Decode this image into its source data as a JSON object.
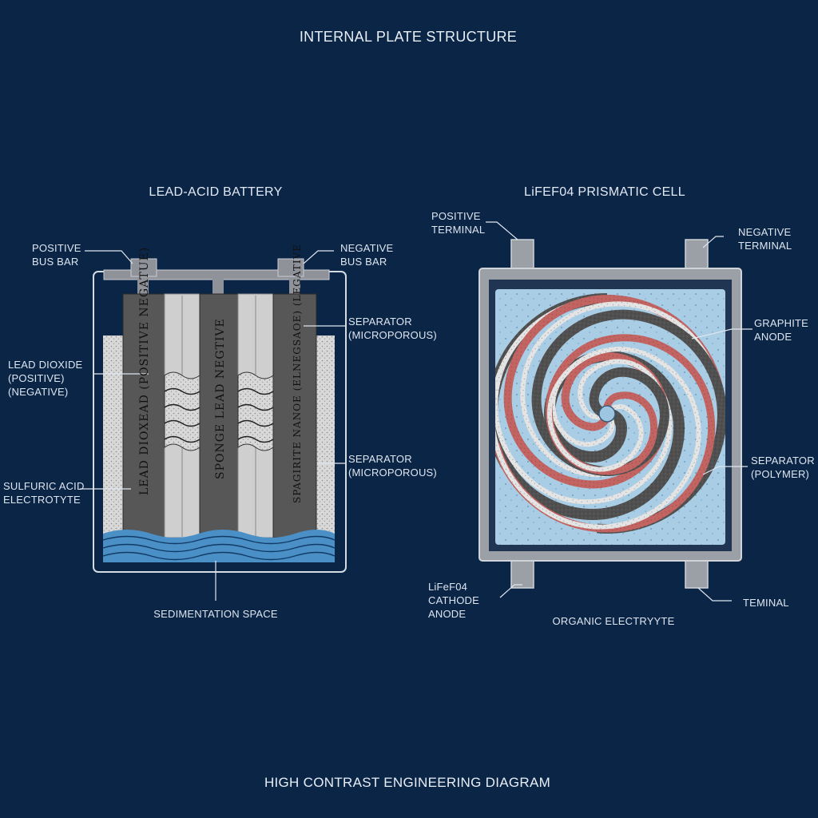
{
  "header": {
    "title": "INTERNAL PLATE STRUCTURE"
  },
  "footer": {
    "caption": "HIGH CONTRAST ENGINEERING DIAGRAM"
  },
  "lead_acid": {
    "title": "LEAD-ACID BATTERY",
    "labels": {
      "positive_bus_bar": "POSITIVE\nBUS BAR",
      "negative_bus_bar": "NEGATIVE\nBUS BAR",
      "separator_top": "SEPARATOR\n(MICROPOROUS)",
      "lead_dioxide": "LEAD DIOXIDE\n(POSITIVE)\n(NEGATIVE)",
      "separator_bottom": "SEPARATOR\n(MICROPOROUS)",
      "sulfuric_acid": "SULFURIC ACID\nELECTROTYTE",
      "sedimentation": "SEDIMENTATION SPACE"
    },
    "plate_texts": {
      "plate1": "LEAD DIOXEAD (POSITIVE NEGATUE)",
      "plate2": "SPONGE LEAD NEGTIVE",
      "plate3": "SPAGIRITE NANOE (ELNEGSAOE) (LEGATIVE"
    }
  },
  "lifepo4": {
    "title": "LiFEF04 PRISMATIC CELL",
    "labels": {
      "positive_terminal": "POSITIVE\nTERMINAL",
      "negative_terminal": "NEGATIVE\nTERMINAL",
      "graphite_anode": "GRAPHITE\nANODE",
      "separator_polymer": "SEPARATOR\n(POLYMER)",
      "cathode": "LiFeF04\nCATHODE\nANODE",
      "terminal": "TEMINAL",
      "organic_electrolyte": "ORGANIC ELECTRYYTE"
    }
  },
  "colors": {
    "background": "#0b2547",
    "plate_dark": "#555555",
    "separator_light": "#c9c9c9",
    "electrolyte_blue": "#4a90c8",
    "spiral_red": "#c0605e",
    "cell_fill": "#a9cfe6",
    "casing_grey": "#9aa0a6"
  }
}
